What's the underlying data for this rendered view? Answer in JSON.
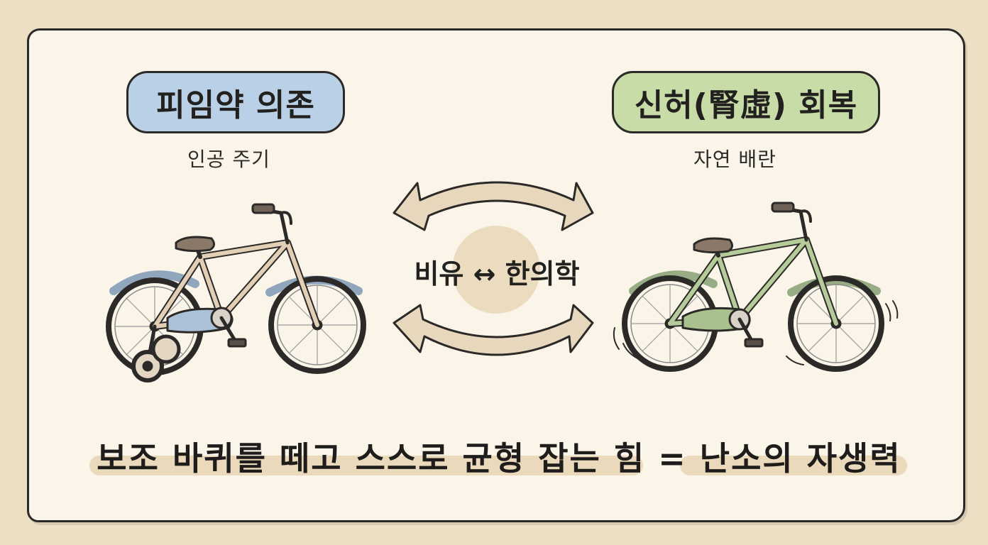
{
  "left": {
    "title": "피임약 의존",
    "subtitle": "인공 주기"
  },
  "right": {
    "title": "신허(腎虛) 회복",
    "subtitle": "자연 배란"
  },
  "center": {
    "label": "비유 ↔ 한의학"
  },
  "bottom": {
    "text": "보조 바퀴를 떼고 스스로 균형 잡는 힘 = 난소의 자생력"
  },
  "icons": [
    "training-wheel-bicycle",
    "balanced-bicycle",
    "double-curved-arrows"
  ],
  "colors": {
    "background": "#eddfc4",
    "card": "#faf5e8",
    "left_accent": "#b9d0e6",
    "right_accent": "#c8dca8",
    "arrow": "#e6d7bd",
    "highlight": "#ead9bb"
  }
}
